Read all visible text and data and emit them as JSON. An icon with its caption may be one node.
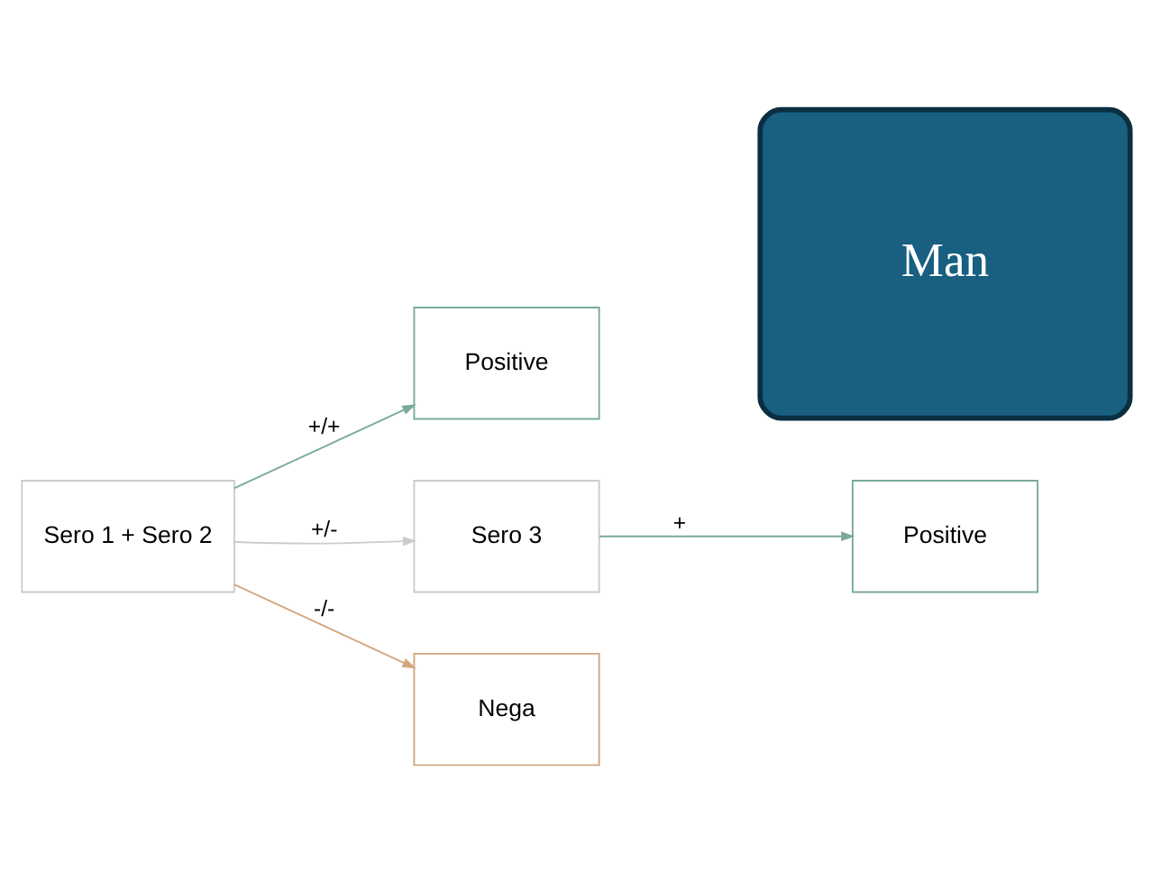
{
  "diagram": {
    "nodes": [
      {
        "text": [
          "Positive"
        ]
      },
      {
        "text": [
          "Positive"
        ]
      },
      {
        "text": [
          "Sero 1 + Sero 2"
        ]
      },
      {
        "text": [
          "Sero 3"
        ]
      },
      {
        "text": [
          "Nega"
        ]
      },
      {
        "text": [
          "Man"
        ]
      }
    ],
    "edges": [
      {
        "from": 2,
        "to": 0,
        "arrow": "to",
        "label": "+/+",
        "color": "#7aab98"
      },
      {
        "from": 2,
        "to": 3,
        "arrow": "to",
        "label": "+/-",
        "color": "#cccccc"
      },
      {
        "from": 2,
        "to": 4,
        "arrow": "to",
        "label": "-/-",
        "color": "#d4a77f"
      },
      {
        "from": 3,
        "to": 1,
        "arrow": "to",
        "label": "+",
        "color": "#7aab98"
      }
    ]
  }
}
